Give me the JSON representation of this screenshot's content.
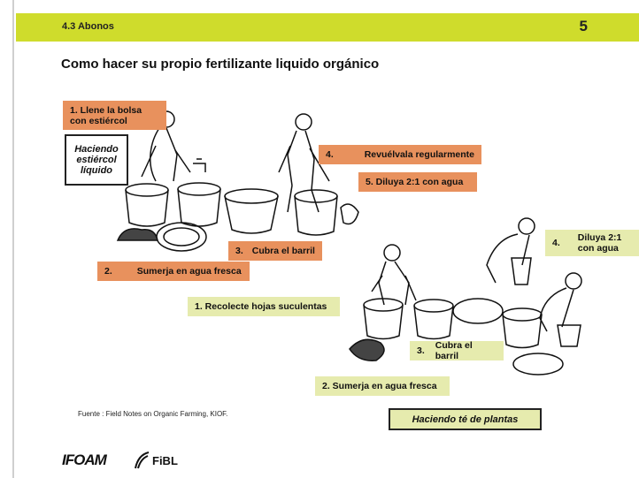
{
  "header": {
    "section": "4.3 Abonos",
    "page_number": "5"
  },
  "title": "Como hacer su propio fertilizante liquido orgánico",
  "manure": {
    "caption": "Haciendo estiércol líquido",
    "step1": "1. Llene la bolsa con estiércol",
    "step2_num": "2.",
    "step2_text": "Sumerja en agua fresca",
    "step3_num": "3.",
    "step3_text": "Cubra el barril",
    "step4_num": "4.",
    "step4_text": "Revuélvala regularmente",
    "step5": "5. Diluya 2:1 con agua"
  },
  "plant_tea": {
    "caption": "Haciendo té de plantas",
    "step1": "1. Recolecte hojas suculentas",
    "step2": "2. Sumerja en agua fresca",
    "step3_num": "3.",
    "step3_text": "Cubra el barril",
    "step4_num": "4.",
    "step4_text": "Diluya 2:1 con agua"
  },
  "source": "Fuente : Field Notes on Organic Farming, KIOF.",
  "logos": {
    "ifoam": "IFOAM",
    "fibl": "FiBL"
  }
}
